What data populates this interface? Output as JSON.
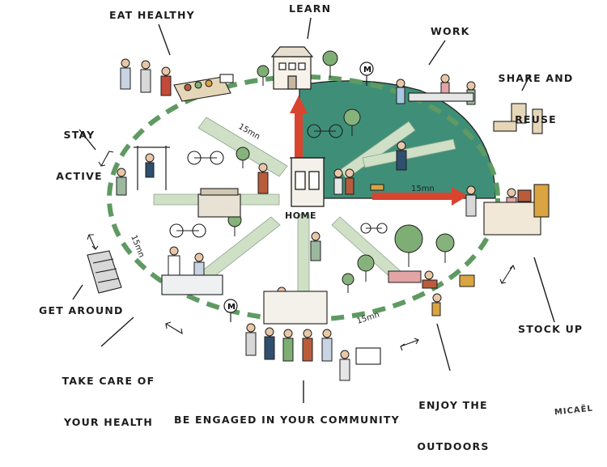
{
  "labels": {
    "eat_healthy": "EAT HEALTHY",
    "learn": "LEARN",
    "work": "WORK",
    "share_reuse_1": "SHARE AND",
    "share_reuse_2": "REUSE",
    "stay_active_1": "STAY",
    "stay_active_2": "ACTIVE",
    "get_around": "GET AROUND",
    "take_care_1": "TAKE CARE OF",
    "take_care_2": "YOUR HEALTH",
    "stock_up": "STOCK UP",
    "enjoy_1": "ENJOY THE",
    "enjoy_2": "OUTDOORS",
    "engaged": "BE ENGAGED IN YOUR COMMUNITY",
    "home": "HOME"
  },
  "distances": {
    "top": "15mn",
    "right": "15mn",
    "left": "15mn",
    "bottom": "15mn"
  },
  "metro_sign": "M",
  "signature": "MICAËL",
  "colors": {
    "park_green": "#3f8f78",
    "path_green": "#cfe0c6",
    "arrow_red": "#d9442f",
    "ink": "#1d1d1d",
    "ring_dash": "#5e9a62"
  }
}
